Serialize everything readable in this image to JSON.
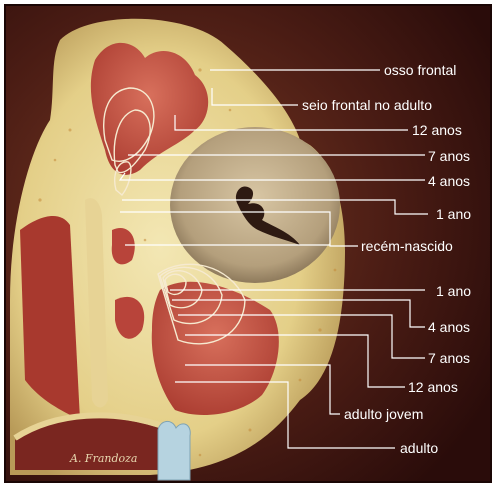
{
  "labels": {
    "osso_frontal": "osso frontal",
    "seio_frontal_adulto": "seio frontal no adulto",
    "frontal_12": "12 anos",
    "frontal_7": "7 anos",
    "frontal_4": "4 anos",
    "frontal_1": "1 ano",
    "recem_nascido": "recém-nascido",
    "max_1": "1 ano",
    "max_4": "4 anos",
    "max_7": "7 anos",
    "max_12": "12 anos",
    "adulto_jovem": "adulto jovem",
    "adulto": "adulto"
  },
  "signature": "A. Frandoza",
  "colors": {
    "background": "#3a1410",
    "bone": "#e8d69a",
    "orbit": "#c9b48f",
    "sinus": "#b8443a",
    "line": "#ffffff"
  }
}
